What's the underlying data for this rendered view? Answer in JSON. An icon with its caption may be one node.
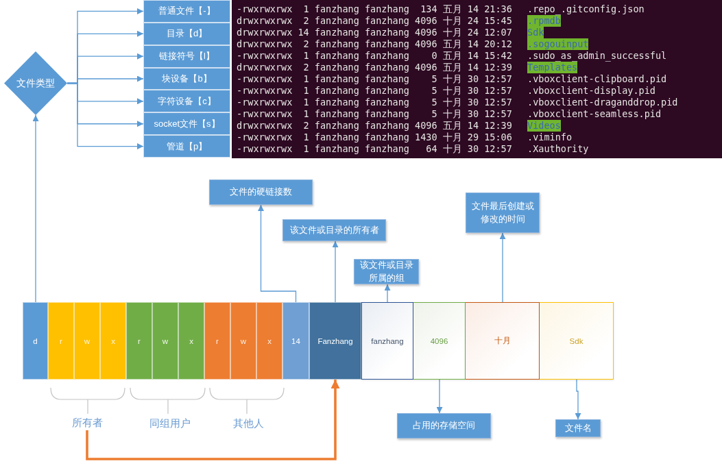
{
  "diagram": {
    "nodes": [
      {
        "text": [
          "文件类型"
        ]
      },
      {
        "text": [
          "普通文件【-】"
        ]
      },
      {
        "text": [
          "目录【d】"
        ]
      },
      {
        "text": [
          "链接符号【l】"
        ]
      },
      {
        "text": [
          "块设备【b】"
        ]
      },
      {
        "text": [
          "字符设备【c】"
        ]
      },
      {
        "text": [
          "socket文件【s】"
        ]
      },
      {
        "text": [
          "管道【p】"
        ]
      },
      {
        "text": [
          "-rwxrwxrwx  1 fanzhang fanzhang  134 五月 14 21:36",
          ".repo_.gitconfig.json",
          "drwxrwxrwx  2 fanzhang fanzhang 4096 十月 24 15:45",
          ".rpmdb",
          "drwxrwxrwx 14 fanzhang fanzhang 4096 十月 24 12:07",
          "Sdk",
          "drwxrwxrwx  2 fanzhang fanzhang 4096 五月 14 20:12",
          ".sogouinput",
          "-rwxrwxrwx  1 fanzhang fanzhang    0 五月 14 15:42",
          ".sudo_as_admin_successful",
          "drwxrwxrwx  2 fanzhang fanzhang 4096 五月 14 12:39",
          "Templates",
          "-rwxrwxrwx  1 fanzhang fanzhang    5 十月 30 12:57",
          ".vboxclient-clipboard.pid",
          "-rwxrwxrwx  1 fanzhang fanzhang    5 十月 30 12:57",
          ".vboxclient-display.pid",
          "-rwxrwxrwx  1 fanzhang fanzhang    5 十月 30 12:57",
          ".vboxclient-draganddrop.pid",
          "-rwxrwxrwx  1 fanzhang fanzhang    5 十月 30 12:57",
          ".vboxclient-seamless.pid",
          "drwxrwxrwx  2 fanzhang fanzhang 4096 五月 14 12:39",
          "Videos",
          "-rwxrwxrwx  1 fanzhang fanzhang 1430 十月 29 15:06",
          ".viminfo",
          "-rwxrwxrwx  1 fanzhang fanzhang   64 十月 30 12:57",
          ".Xauthority"
        ]
      },
      {
        "text": [
          "文件的硬链接数"
        ]
      },
      {
        "text": [
          "文件最后创建或修改的时间"
        ]
      },
      {
        "text": [
          "该文件或目录的所有者"
        ]
      },
      {
        "text": [
          "该文件或目录所属的组"
        ]
      },
      {
        "text": [
          "d"
        ]
      },
      {
        "text": [
          "r"
        ]
      },
      {
        "text": [
          "w"
        ]
      },
      {
        "text": [
          "x"
        ]
      },
      {
        "text": [
          "r"
        ]
      },
      {
        "text": [
          "w"
        ]
      },
      {
        "text": [
          "x"
        ]
      },
      {
        "text": [
          "r"
        ]
      },
      {
        "text": [
          "w"
        ]
      },
      {
        "text": [
          "x"
        ]
      },
      {
        "text": [
          "14"
        ]
      },
      {
        "text": [
          "Fanzhang"
        ]
      },
      {
        "text": [
          "fanzhang"
        ]
      },
      {
        "text": [
          "4096"
        ]
      },
      {
        "text": [
          "十月"
        ]
      },
      {
        "text": [
          "Sdk"
        ]
      },
      {
        "text": [
          "所有者"
        ]
      },
      {
        "text": [
          "占用的存储空间"
        ]
      },
      {
        "text": [
          "文件名"
        ]
      }
    ],
    "edges": [
      {
        "from": 0,
        "to": 1,
        "arrow": "to"
      },
      {
        "from": 0,
        "to": 2,
        "arrow": "to"
      },
      {
        "from": 0,
        "to": 3,
        "arrow": "to"
      },
      {
        "from": 0,
        "to": 4,
        "arrow": "to"
      },
      {
        "from": 0,
        "to": 5,
        "arrow": "to"
      },
      {
        "from": 0,
        "to": 6,
        "arrow": "to"
      },
      {
        "from": 0,
        "to": 7,
        "arrow": "to"
      },
      {
        "from": 13,
        "to": 0,
        "arrow": "to"
      },
      {
        "from": 23,
        "to": 9,
        "arrow": "to"
      },
      {
        "from": 24,
        "to": 11,
        "arrow": "to"
      },
      {
        "from": 25,
        "to": 12,
        "arrow": "to"
      },
      {
        "from": 27,
        "to": 10,
        "arrow": "to"
      },
      {
        "from": 26,
        "to": 30,
        "arrow": "to"
      },
      {
        "from": 28,
        "to": 31,
        "arrow": "to"
      },
      {
        "from": 29,
        "to": 24,
        "arrow": "to",
        "style": "thick",
        "color": "#ed7d31"
      }
    ],
    "labels": [
      "同组用户",
      "其他人"
    ]
  }
}
